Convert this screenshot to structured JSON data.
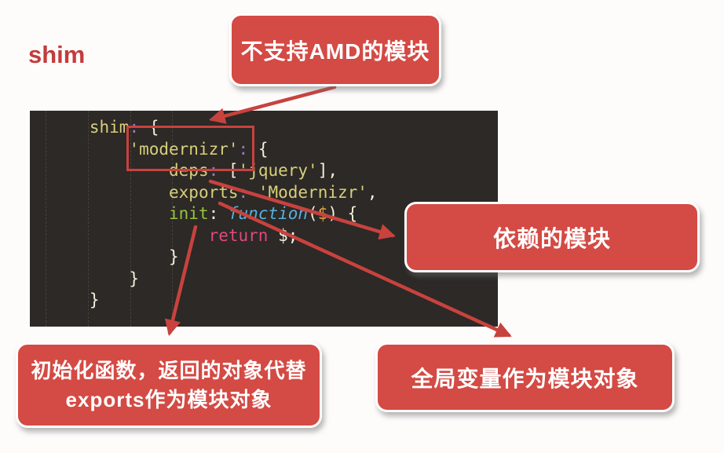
{
  "title": "shim",
  "callouts": {
    "top": "不支持AMD的模块",
    "deps": "依赖的模块",
    "init_line1": "初始化函数，返回的对象代替",
    "init_line2": "exports作为模块对象",
    "global": "全局变量作为模块对象"
  },
  "colors": {
    "accent_red": "#d44a44",
    "arrow_red": "#c8423e",
    "title_red": "#c43b3b",
    "code_background": "#2c2926",
    "code_yellow": "#d8cf7c",
    "code_cream": "#f3efdc",
    "code_purple": "#9d76c9",
    "code_green": "#95c43f",
    "code_blue": "#58b0dd",
    "code_orange": "#e5a43c",
    "code_pink": "#e0497e"
  },
  "code": {
    "lines": [
      [
        [
          "punc",
          "      "
        ],
        [
          "key",
          "shim"
        ],
        [
          "colon",
          ":"
        ],
        [
          "punc",
          " {"
        ]
      ],
      [
        [
          "punc",
          "          "
        ],
        [
          "key",
          "'modernizr'"
        ],
        [
          "colon",
          ":"
        ],
        [
          "punc",
          " {"
        ]
      ],
      [
        [
          "punc",
          "              "
        ],
        [
          "key",
          "deps"
        ],
        [
          "colon",
          ":"
        ],
        [
          "punc",
          " ["
        ],
        [
          "key",
          "'jquery'"
        ],
        [
          "punc",
          "],"
        ]
      ],
      [
        [
          "punc",
          "              "
        ],
        [
          "key",
          "exports"
        ],
        [
          "colon",
          ":"
        ],
        [
          "punc",
          " "
        ],
        [
          "key",
          "'Modernizr'"
        ],
        [
          "punc",
          ","
        ]
      ],
      [
        [
          "punc",
          "              "
        ],
        [
          "green",
          "init"
        ],
        [
          "punc",
          ": "
        ],
        [
          "blue",
          "function"
        ],
        [
          "punc",
          "("
        ],
        [
          "orange",
          "$"
        ],
        [
          "punc",
          ") {"
        ]
      ],
      [
        [
          "punc",
          "                  "
        ],
        [
          "pink",
          "return"
        ],
        [
          "punc",
          " $;"
        ]
      ],
      [
        [
          "punc",
          "              }"
        ]
      ],
      [
        [
          "punc",
          "          }"
        ]
      ],
      [
        [
          "punc",
          "      }"
        ]
      ]
    ]
  }
}
